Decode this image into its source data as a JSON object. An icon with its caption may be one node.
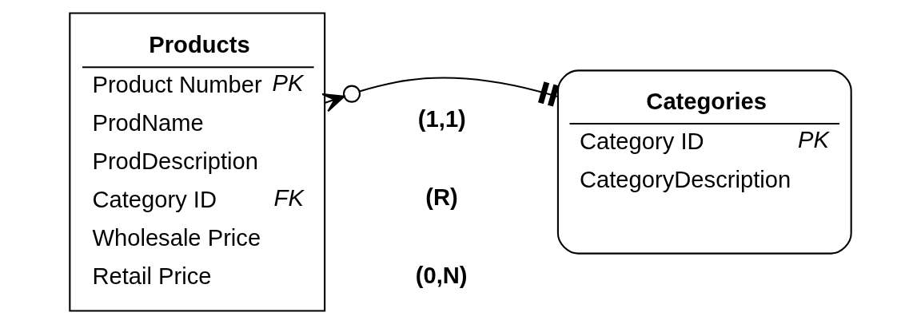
{
  "diagram": {
    "nodes": [
      {
        "text": [
          "Products",
          "Product Number",
          "PK",
          "ProdName",
          "ProdDescription",
          "Category ID",
          "FK",
          "Wholesale Price",
          "Retail Price"
        ]
      },
      {
        "text": [
          "Categories",
          "Category ID",
          "PK",
          "CategoryDescription"
        ]
      }
    ],
    "edges": [
      {
        "from": 0,
        "to": 1,
        "arrow": "other"
      }
    ],
    "labels": [
      "(1,1)",
      "(R)",
      "(0,N)"
    ]
  }
}
